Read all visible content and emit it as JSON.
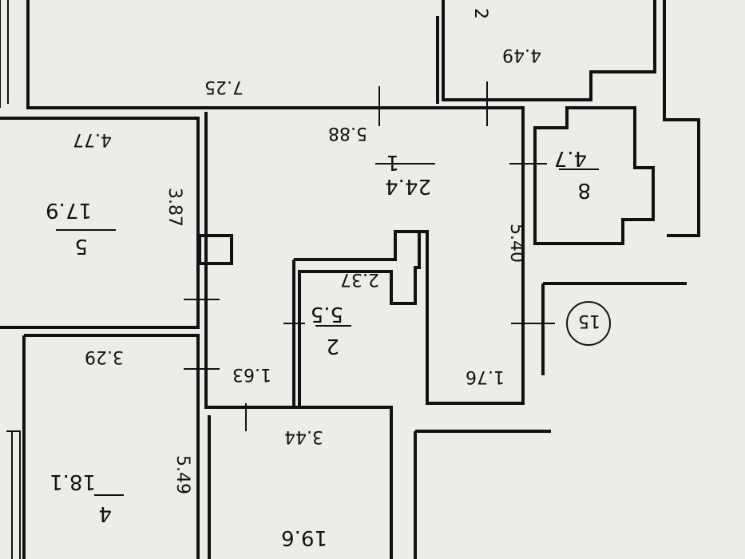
{
  "rooms": [
    {
      "number": "1",
      "area": "24.4"
    },
    {
      "number": "2",
      "area": "5.5"
    },
    {
      "number": "4",
      "area": "18.1"
    },
    {
      "number": "5",
      "area": "17.9"
    },
    {
      "number": "8",
      "area": "4.7"
    }
  ],
  "partial_room_area": "19.6",
  "circled_label": "15",
  "dimensions": {
    "d_7_25": "7.25",
    "d_4_49": "4.49",
    "d_5_88": "5.88",
    "d_4_77": "4.77",
    "d_3_87": "3.87",
    "d_5_40": "5.40",
    "d_2_37": "2.37",
    "d_3_29": "3.29",
    "d_1_63": "1.63",
    "d_1_76": "1.76",
    "d_3_44": "3.44",
    "d_5_49": "5.49"
  },
  "stair_mark": "2"
}
